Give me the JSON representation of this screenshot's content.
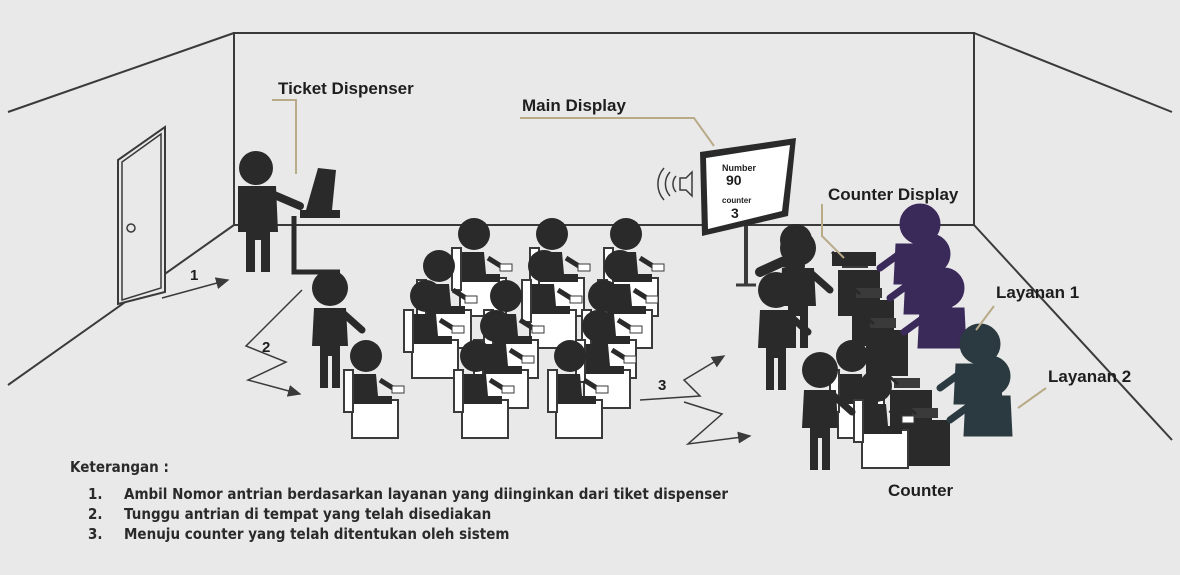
{
  "labels": {
    "ticket_dispenser": "Ticket Dispenser",
    "main_display": "Main Display",
    "counter_display": "Counter Display",
    "layanan_1": "Layanan 1",
    "layanan_2": "Layanan 2",
    "counter": "Counter"
  },
  "screen": {
    "number_label": "Number",
    "number_value": "90",
    "counter_label": "counter",
    "counter_value": "3"
  },
  "steps": {
    "s1": "1",
    "s2": "2",
    "s3": "3"
  },
  "legend": {
    "title": "Keterangan :",
    "items": [
      {
        "num": "1.",
        "text": "Ambil Nomor antrian berdasarkan layanan yang diinginkan dari tiket dispenser"
      },
      {
        "num": "2.",
        "text": "Tunggu antrian di tempat yang telah disediakan"
      },
      {
        "num": "3.",
        "text": "Menuju counter yang telah ditentukan oleh sistem"
      }
    ]
  },
  "colors": {
    "person": "#2a2a2a",
    "staff_layanan_1": "#3a2a5a",
    "staff_layanan_2": "#2a3a40",
    "wall": "#e9e9e9",
    "line": "#3a3a3a",
    "leader": "#b9ab88"
  }
}
